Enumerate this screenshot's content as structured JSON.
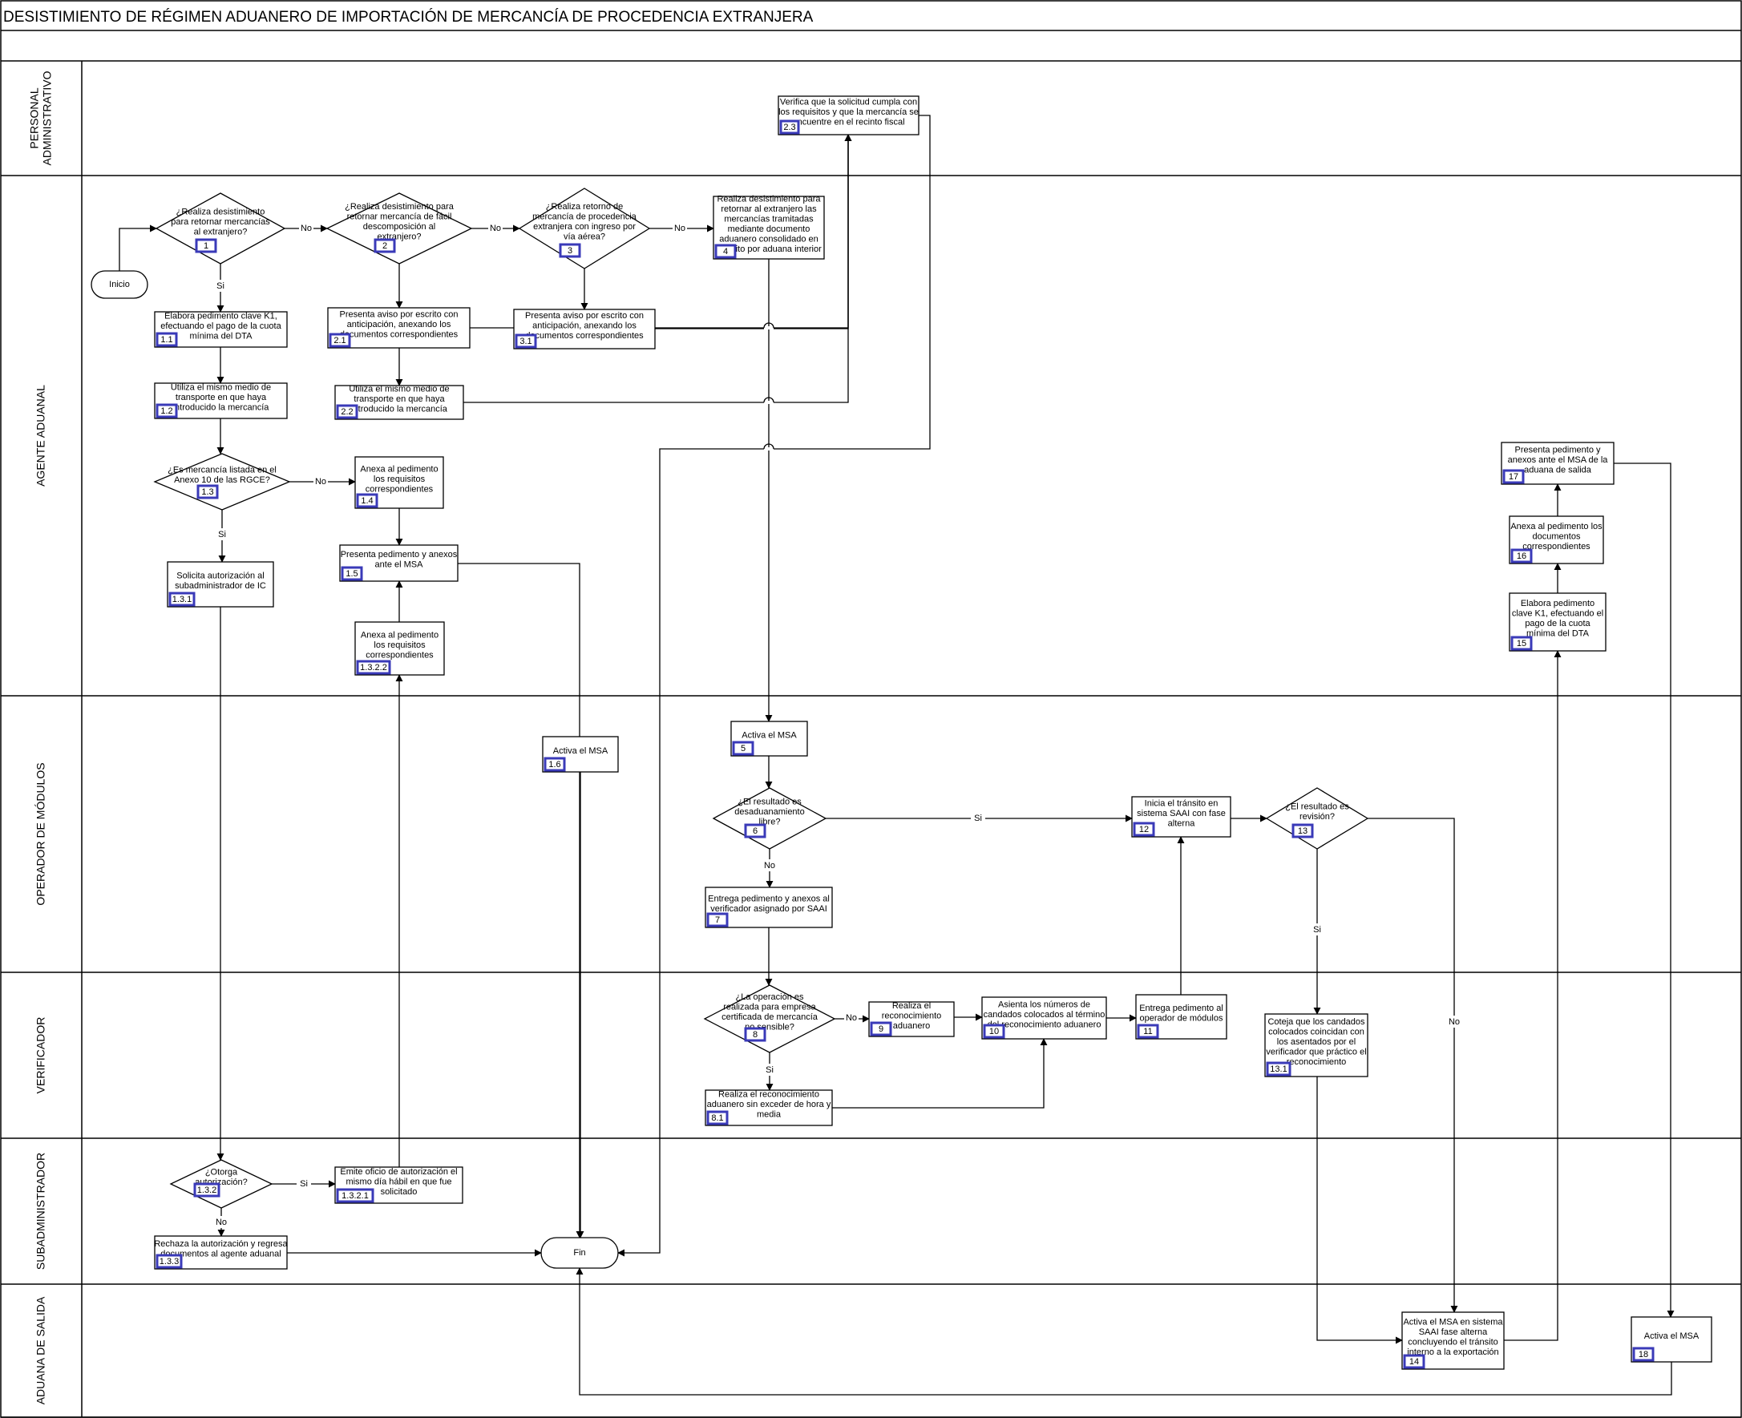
{
  "title": "DESISTIMIENTO DE RÉGIMEN ADUANERO DE IMPORTACIÓN DE MERCANCÍA DE PROCEDENCIA EXTRANJERA",
  "lanes": [
    {
      "id": "pa",
      "label": [
        "PERSONAL",
        "ADMINISTRATIVO"
      ]
    },
    {
      "id": "aa",
      "label": [
        "AGENTE ADUANAL"
      ]
    },
    {
      "id": "om",
      "label": [
        "OPERADOR DE MÓDULOS"
      ]
    },
    {
      "id": "ve",
      "label": [
        "VERIFICADOR"
      ]
    },
    {
      "id": "su",
      "label": [
        "SUBADMINISTRADOR"
      ]
    },
    {
      "id": "as",
      "label": [
        "ADUANA DE SALIDA"
      ]
    }
  ],
  "nodes": [
    {
      "id": "inicio",
      "type": "terminal",
      "text": [
        "Inicio"
      ]
    },
    {
      "id": "d1",
      "type": "decision",
      "num": "1",
      "text": [
        "¿Realiza desistimiento",
        "para retornar  mercancías",
        "al extranjero?"
      ]
    },
    {
      "id": "d2",
      "type": "decision",
      "num": "2",
      "text": [
        "¿Realiza desistimiento para",
        "retornar mercancía de fácil",
        "descomposición al",
        "extranjero?"
      ]
    },
    {
      "id": "d3",
      "type": "decision",
      "num": "3",
      "text": [
        "¿Realiza retorno de",
        "mercancía de procedencia",
        "extranjera con ingreso por",
        "vía aérea?"
      ]
    },
    {
      "id": "p4",
      "type": "process",
      "num": "4",
      "text": [
        "Realiza desistimiento para",
        "retornar al extranjero las",
        "mercancías tramitadas",
        "mediante documento",
        "aduanero consolidado en",
        "tránsito por aduana interior"
      ]
    },
    {
      "id": "p23",
      "type": "process",
      "num": "2.3",
      "text": [
        "Verifica que la solicitud cumpla con",
        "los requisitos y que la mercancía se",
        "encuentre en el recinto fiscal"
      ]
    },
    {
      "id": "p11",
      "type": "process",
      "num": "1.1",
      "text": [
        "Elabora pedimento clave K1,",
        "efectuando el pago de la cuota",
        "mínima del DTA"
      ]
    },
    {
      "id": "p21",
      "type": "process",
      "num": "2.1",
      "text": [
        "Presenta aviso por escrito con",
        "anticipación, anexando los",
        "documentos correspondientes"
      ]
    },
    {
      "id": "p31",
      "type": "process",
      "num": "3.1",
      "text": [
        "Presenta aviso por escrito con",
        "anticipación, anexando los",
        "documentos correspondientes"
      ]
    },
    {
      "id": "p12",
      "type": "process",
      "num": "1.2",
      "text": [
        "Utiliza el mismo medio de",
        "transporte en que haya",
        "introducido la mercancía"
      ]
    },
    {
      "id": "p22",
      "type": "process",
      "num": "2.2",
      "text": [
        "Utiliza el mismo medio de",
        "transporte en que haya",
        "introducido la mercancía"
      ]
    },
    {
      "id": "d13",
      "type": "decision",
      "num": "1.3",
      "text": [
        "¿Es mercancía listada en el",
        "Anexo 10 de las RGCE?"
      ]
    },
    {
      "id": "p14",
      "type": "process",
      "num": "1.4",
      "text": [
        "Anexa al pedimento",
        "los requisitos",
        "correspondientes"
      ]
    },
    {
      "id": "p15",
      "type": "process",
      "num": "1.5",
      "text": [
        "Presenta pedimento y anexos",
        "ante el MSA"
      ]
    },
    {
      "id": "p131",
      "type": "process",
      "num": "1.3.1",
      "text": [
        "Solicita autorización al",
        "subadministrador de IC"
      ]
    },
    {
      "id": "p1322",
      "type": "process",
      "num": "1.3.2.2",
      "text": [
        "Anexa al pedimento",
        "los requisitos",
        "correspondientes"
      ]
    },
    {
      "id": "p17",
      "type": "process",
      "num": "17",
      "text": [
        "Presenta pedimento y",
        "anexos ante el MSA de la",
        "aduana de salida"
      ]
    },
    {
      "id": "p16",
      "type": "process",
      "num": "16",
      "text": [
        "Anexa al pedimento los",
        "documentos",
        "correspondientes"
      ]
    },
    {
      "id": "p15b",
      "type": "process",
      "num": "15",
      "text": [
        "Elabora pedimento",
        "clave K1, efectuando el",
        "pago de la cuota",
        "mínima del DTA"
      ]
    },
    {
      "id": "p16b",
      "type": "process",
      "num": "1.6",
      "text": [
        "Activa el MSA"
      ]
    },
    {
      "id": "p5",
      "type": "process",
      "num": "5",
      "text": [
        "Activa el MSA"
      ]
    },
    {
      "id": "d6",
      "type": "decision",
      "num": "6",
      "text": [
        "¿El resultado es",
        "desaduanamiento",
        "libre?"
      ]
    },
    {
      "id": "p7",
      "type": "process",
      "num": "7",
      "text": [
        "Entrega pedimento y anexos al",
        "verificador asignado por SAAI"
      ]
    },
    {
      "id": "p12b",
      "type": "process",
      "num": "12",
      "text": [
        "Inicia el tránsito en",
        "sistema SAAI con fase",
        "alterna"
      ]
    },
    {
      "id": "d13b",
      "type": "decision",
      "num": "13",
      "text": [
        "¿El resultado es",
        "revisión?"
      ]
    },
    {
      "id": "d8",
      "type": "decision",
      "num": "8",
      "text": [
        "¿La operación es",
        "realizada para empresa",
        "certificada de mercancía",
        "no sensible?"
      ]
    },
    {
      "id": "p9",
      "type": "process",
      "num": "9",
      "text": [
        "Realiza el",
        "reconocimiento",
        "aduanero"
      ]
    },
    {
      "id": "p10",
      "type": "process",
      "num": "10",
      "text": [
        "Asienta los números de",
        "candados colocados al término",
        "del reconocimiento aduanero"
      ]
    },
    {
      "id": "p11b",
      "type": "process",
      "num": "11",
      "text": [
        "Entrega pedimento al",
        "operador de módulos"
      ]
    },
    {
      "id": "p81",
      "type": "process",
      "num": "8.1",
      "text": [
        "Realiza el reconocimiento",
        "aduanero sin exceder de hora y",
        "media"
      ]
    },
    {
      "id": "p131b",
      "type": "process",
      "num": "13.1",
      "text": [
        "Coteja que los candados",
        "colocados coincidan con",
        "los asentados por el",
        "verificador que práctico el",
        "reconocimiento"
      ]
    },
    {
      "id": "d132",
      "type": "decision",
      "num": "1.3.2",
      "text": [
        "¿Otorga",
        "autorización?"
      ]
    },
    {
      "id": "p1321",
      "type": "process",
      "num": "1.3.2.1",
      "text": [
        "Emite oficio de autorización el",
        "mismo día hábil en que fue",
        "solicitado"
      ]
    },
    {
      "id": "p133",
      "type": "process",
      "num": "1.3.3",
      "text": [
        "Rechaza la autorización y regresa",
        "documentos al agente aduanal"
      ]
    },
    {
      "id": "fin",
      "type": "terminal",
      "text": [
        "Fin"
      ]
    },
    {
      "id": "p14b",
      "type": "process",
      "num": "14",
      "text": [
        "Activa el MSA en sistema",
        "SAAI fase alterna",
        "concluyendo el tránsito",
        "interno a la exportación"
      ]
    },
    {
      "id": "p18",
      "type": "process",
      "num": "18",
      "text": [
        "Activa el MSA"
      ]
    }
  ],
  "edge_labels": [
    {
      "id": "d1-no",
      "text": "No"
    },
    {
      "id": "d2-no",
      "text": "No"
    },
    {
      "id": "d3-no",
      "text": "No"
    },
    {
      "id": "d1-si",
      "text": "Si"
    },
    {
      "id": "d13-no",
      "text": "No"
    },
    {
      "id": "d13-si",
      "text": "Si"
    },
    {
      "id": "d6-si",
      "text": "Si"
    },
    {
      "id": "d6-no",
      "text": "No"
    },
    {
      "id": "d13b-si",
      "text": "Si"
    },
    {
      "id": "d13b-no",
      "text": "No"
    },
    {
      "id": "d8-no",
      "text": "No"
    },
    {
      "id": "d8-si",
      "text": "Si"
    },
    {
      "id": "d132-si",
      "text": "Si"
    },
    {
      "id": "d132-no",
      "text": "No"
    }
  ]
}
